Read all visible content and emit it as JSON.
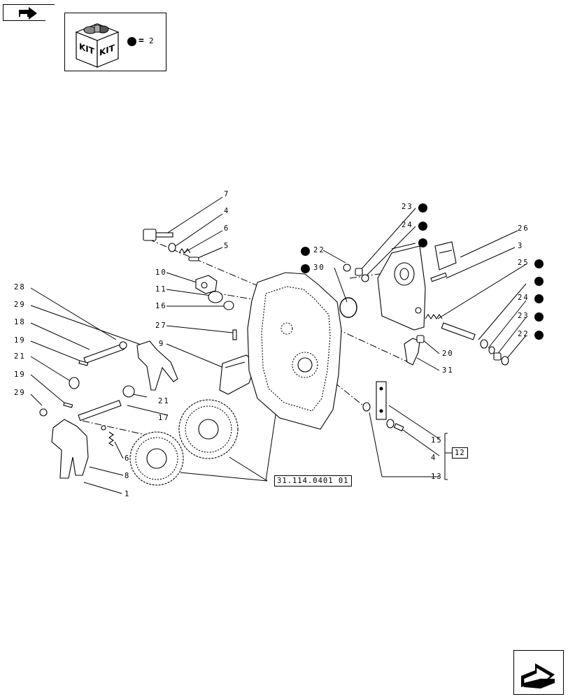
{
  "nav": {
    "top_icon": "prev-page-arrow-icon",
    "bottom_icon": "next-page-arrow-icon"
  },
  "kit": {
    "icon": "kit-boxes-icon",
    "box_label_left": "KIT",
    "box_label_right": "KIT",
    "equals": "=",
    "value": "2"
  },
  "callouts": {
    "c1": "1",
    "c3": "3",
    "c4a": "4",
    "c4b": "4",
    "c5": "5",
    "c6a": "6",
    "c6b": "6",
    "c7": "7",
    "c8": "8",
    "c9": "9",
    "c10": "10",
    "c11": "11",
    "c12": "12",
    "c13": "13",
    "c15": "15",
    "c16": "16",
    "c17": "17",
    "c18": "18",
    "c19a": "19",
    "c19b": "19",
    "c20": "20",
    "c21a": "21",
    "c21b": "21",
    "c22a": "22",
    "c22b": "22",
    "c23a": "23",
    "c23b": "23",
    "c24a": "24",
    "c24b": "24",
    "c25": "25",
    "c26": "26",
    "c27": "27",
    "c28": "28",
    "c29a": "29",
    "c29b": "29",
    "c30": "30",
    "c31": "31"
  },
  "reference": "31.114.0401 01",
  "colors": {
    "ink": "#000000",
    "paper": "#ffffff"
  }
}
